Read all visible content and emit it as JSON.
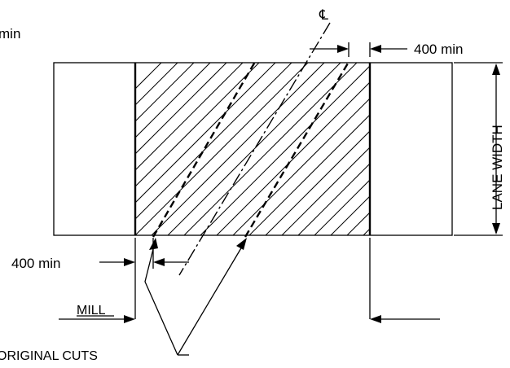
{
  "labels": {
    "top_left_fragment": "min",
    "centerline_symbol": "℄",
    "top_dimension": "400 min",
    "lane_width": "LANE WIDTH",
    "left_dimension": "400 min",
    "mill": "MILL",
    "original_cuts": "ORIGINAL CUTS"
  }
}
